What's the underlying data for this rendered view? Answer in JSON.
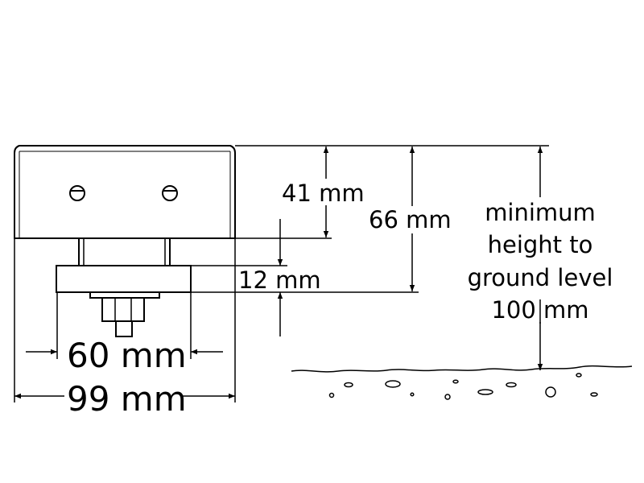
{
  "dimensions": {
    "upper_height": "41 mm",
    "total_height": "66 mm",
    "lower_height": "12 mm",
    "inner_width": "60 mm",
    "outer_width": "99 mm"
  },
  "ground_label": {
    "line1": "minimum",
    "line2": "height to",
    "line3": "ground level",
    "line4": "100 mm"
  },
  "colors": {
    "line": "#000000",
    "background": "#ffffff"
  }
}
